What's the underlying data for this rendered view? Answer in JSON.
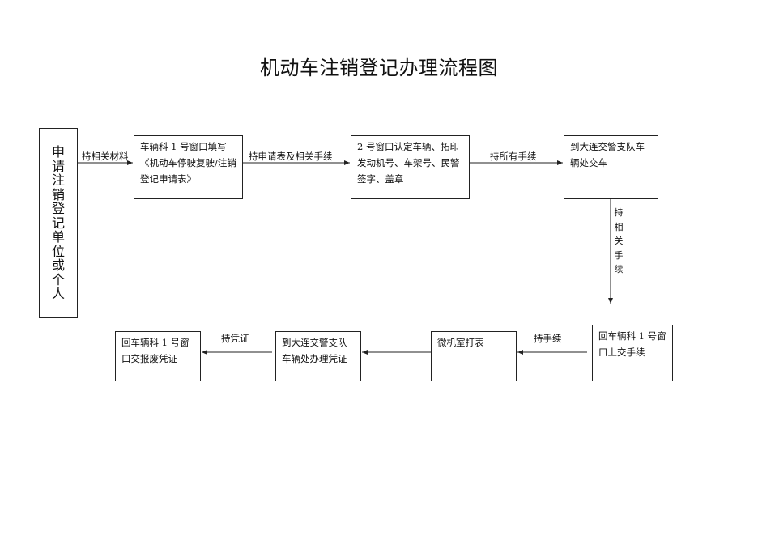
{
  "title": "机动车注销登记办理流程图",
  "nodes": {
    "applicant": "申请注销登记单位或个人",
    "step1": "车辆科 1 号窗口填写《机动车停驶复驶/注销登记申请表》",
    "step2": "2 号窗口认定车辆、拓印发动机号、车架号、民警签字、盖章",
    "step3": "到大连交警支队车辆处交车",
    "step4": "回车辆科 1 号窗口上交手续",
    "step5": "微机室打表",
    "step6": "到大连交警支队车辆处办理凭证",
    "step7": "回车辆科 1 号窗口交报废凭证"
  },
  "edges": {
    "e1": "持相关材料",
    "e2": "持申请表及相关手续",
    "e3": "持所有手续",
    "e4": "持相关手续",
    "e5": "持手续",
    "e6": "持凭证"
  },
  "colors": {
    "line": "#222222",
    "text": "#111111",
    "background": "#ffffff"
  }
}
